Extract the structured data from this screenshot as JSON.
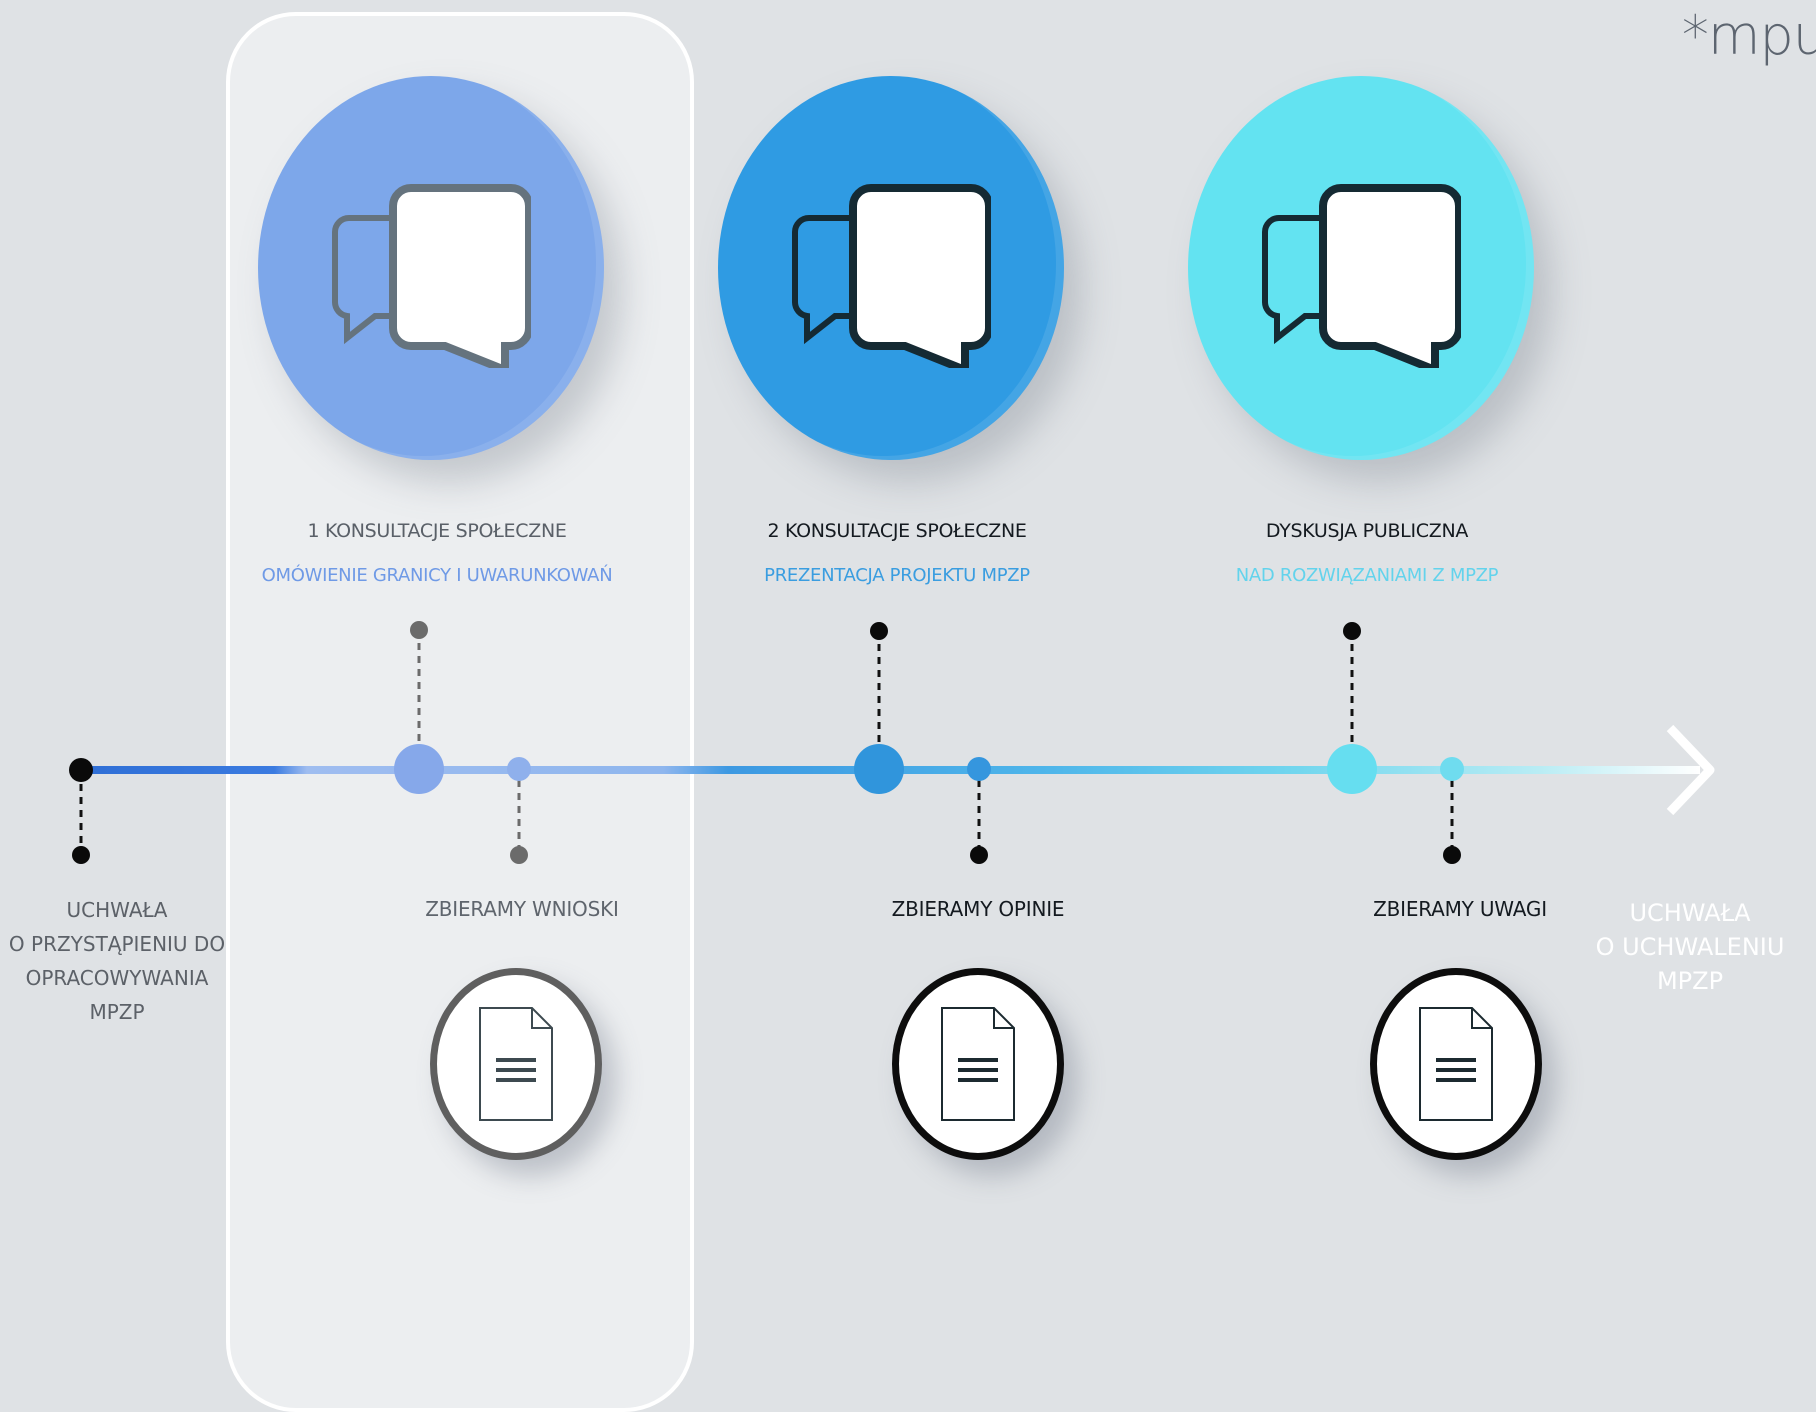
{
  "logo": {
    "text": "*mpu"
  },
  "start": {
    "lines": [
      "UCHWAŁA",
      "O PRZYSTĄPIENIU DO",
      "OPRACOWYWANIA",
      "MPZP"
    ]
  },
  "end": {
    "lines": [
      "UCHWAŁA",
      "O UCHWALENIU",
      "MPZP"
    ]
  },
  "stages": [
    {
      "title": "1 KONSULTACJE SPOŁECZNE",
      "subtitle": "OMÓWIENIE GRANICY I UWARUNKOWAŃ",
      "collect": "ZBIERAMY  WNIOSKI",
      "icon": "speech-bubbles-icon",
      "doc_icon": "document-icon",
      "color": "#7da7ea",
      "subtitle_color": "#6f9ae6"
    },
    {
      "title": "2 KONSULTACJE SPOŁECZNE",
      "subtitle": "PREZENTACJA PROJEKTU MPZP",
      "collect": "ZBIERAMY  OPINIE",
      "icon": "speech-bubbles-icon",
      "doc_icon": "document-icon",
      "color": "#2f9be3",
      "subtitle_color": "#3a9de0"
    },
    {
      "title": "DYSKUSJA PUBLICZNA",
      "subtitle": "NAD ROZWIĄZANIAMI Z MPZP",
      "collect": "ZBIERAMY  UWAGI",
      "icon": "speech-bubbles-icon",
      "doc_icon": "document-icon",
      "color": "#63e3f1",
      "subtitle_color": "#63d3ec"
    }
  ]
}
